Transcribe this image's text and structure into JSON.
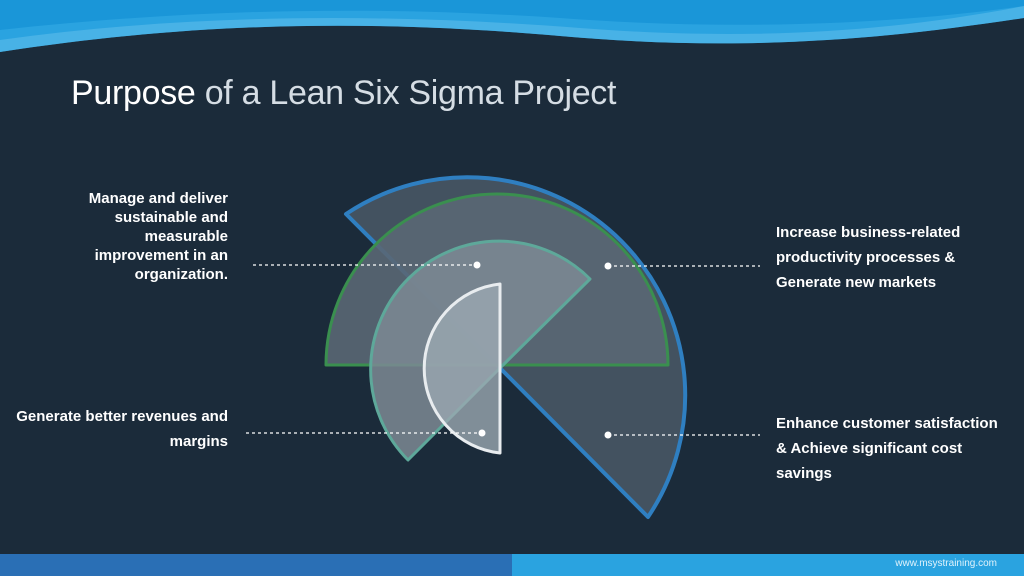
{
  "slide": {
    "title_accent": "Purpose",
    "title_rest": " of a Lean Six Sigma Project",
    "footer_url": "www.msystraining.com"
  },
  "diagram": {
    "items": [
      {
        "id": "top-left",
        "text": "Manage and deliver sustainable and measurable improvement in an organization."
      },
      {
        "id": "bottom-left",
        "text": "Generate better revenues and margins"
      },
      {
        "id": "top-right",
        "text": "Increase business-related productivity processes & Generate new markets"
      },
      {
        "id": "bottom-right",
        "text": "Enhance customer satisfaction & Achieve significant cost savings"
      }
    ],
    "colors": {
      "background": "#1b2b3a",
      "outer_ring_stroke": "#2f7fc1",
      "middle_ring_stroke": "#3a8f4f",
      "inner_ring_stroke": "#5ea89a",
      "core_stroke": "#e8ecef",
      "leader_line": "#ffffff"
    }
  }
}
